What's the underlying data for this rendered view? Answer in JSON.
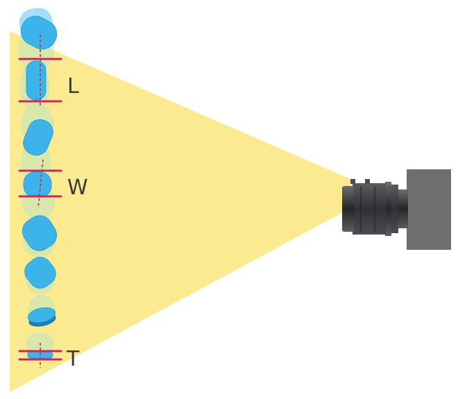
{
  "diagram": {
    "labels": {
      "length": "L",
      "width": "W",
      "thickness": "T"
    },
    "colors": {
      "light_cone": "#fbe98a",
      "tablet": "#3cb4ea",
      "tablet_edge": "#1f8fc4",
      "tablet_ghost": "#bfe6c0",
      "measure_line": "#c8285a",
      "camera_body": "#6f6f6f",
      "camera_lens": "#3d3f42",
      "label_text": "#3a3a3a"
    },
    "icons": [
      "camera-icon",
      "lens-icon"
    ]
  }
}
